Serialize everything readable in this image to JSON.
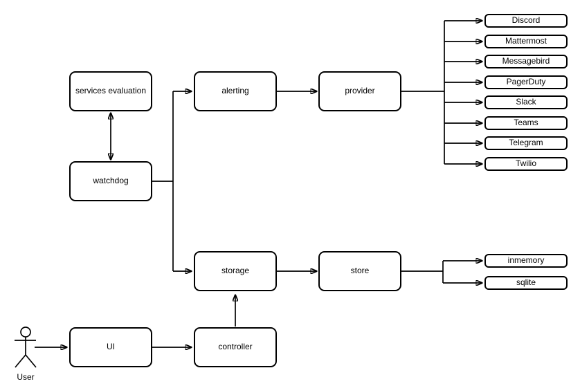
{
  "nodes": {
    "services_evaluation": "services evaluation",
    "watchdog": "watchdog",
    "alerting": "alerting",
    "provider": "provider",
    "storage": "storage",
    "store": "store",
    "ui": "UI",
    "controller": "controller"
  },
  "providers": [
    "Discord",
    "Mattermost",
    "Messagebird",
    "PagerDuty",
    "Slack",
    "Teams",
    "Telegram",
    "Twilio"
  ],
  "stores": [
    "inmemory",
    "sqlite"
  ],
  "actor": {
    "label": "User"
  },
  "colors": {
    "stroke": "#000000",
    "node_fill": "#ffffff",
    "background": "#ffffff",
    "text": "#000000"
  }
}
